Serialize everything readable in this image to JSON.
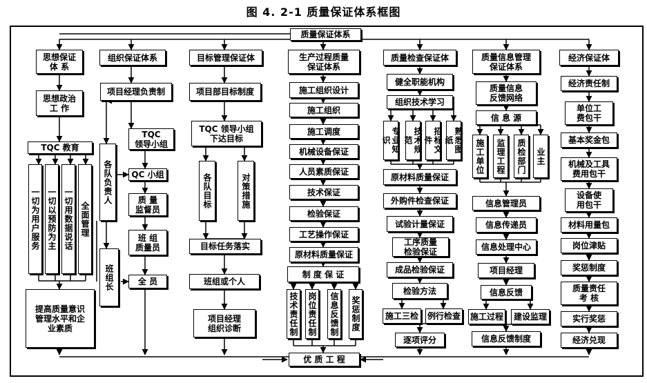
{
  "title": "图 4. 2-1   质量保证体系框图",
  "root": "质量保证体系",
  "bottom": "优 质 工 程",
  "col1": {
    "head": "思想保证\n体  系",
    "edu": "思想政治\n工  作",
    "tqc": "TQC 教育",
    "v1": "一切为用户服务",
    "v2": "一切以预防为主",
    "v3": "一切用数据说话",
    "v4": "全面管理",
    "end": "提高质量意识\n管理水平和企\n业素质"
  },
  "col2": {
    "head": "组织保证体系",
    "pm": "项目经理负责制",
    "tqc": "TQC\n领导小组",
    "teamlead": "各队负责人",
    "qc": "QC 小组",
    "inspector": "质  量\n监督员",
    "groupleader": "班组长",
    "groupq": "班  组\n质量员",
    "all": "全  员"
  },
  "col3": {
    "head": "目标管理保证体",
    "sys": "项目部目标制度",
    "tqc": "TQC 领导小组\n下达目标",
    "v1": "各队目标",
    "v2": "对策措施",
    "impl": "目标任务落实",
    "group": "班组或个人",
    "diag": "项目经理\n组织诊断"
  },
  "col4": {
    "head": "生产过程质量\n保证体系",
    "items": [
      "施工组织设计",
      "施工组织",
      "施工调度",
      "机械设备保证",
      "人员素质保证",
      "技术保证",
      "检验保证",
      "工艺操作保证",
      "原材料质量保证"
    ],
    "sys": "制  度  保  证",
    "v": [
      "技术责任制",
      "岗位责任制",
      "信息反馈制",
      "奖惩制度"
    ]
  },
  "col5": {
    "head": "质量检查保证体",
    "org": "健全职能机构",
    "learn": "组织技术学习",
    "v": [
      "专业知识",
      "技术规范",
      "招标文件",
      "熟悉图纸"
    ],
    "items": [
      "原材料质量保证",
      "外购件检查保证",
      "试验计量保证",
      "工序质量\n检验保证",
      "成品检验保证",
      "检验方法"
    ],
    "left": "施工三检",
    "right": "例行检查",
    "eval": "逐项评分"
  },
  "col6": {
    "head": "质量信息管理\n保证体系",
    "net": "质量信息\n反馈网络",
    "src": "信   息   源",
    "v": [
      "施工单位",
      "监理工程",
      "质检部门",
      "业主"
    ],
    "items": [
      "信息管理员",
      "信息传递员",
      "信息处理中心",
      "项目经理",
      "信息反馈"
    ],
    "left": "施工过程",
    "right": "建设监理",
    "sys": "信息反馈制度"
  },
  "col7": {
    "head": "经济保证体",
    "items": [
      "经济责任制",
      "单位工\n费包干",
      "基本奖金包",
      "机械及工具\n费用包干",
      "设备使\n用包干",
      "材料用量包",
      "岗位津贴",
      "奖惩制度",
      "质量责任\n考    核",
      "实行奖惩",
      "经济兑现"
    ]
  }
}
